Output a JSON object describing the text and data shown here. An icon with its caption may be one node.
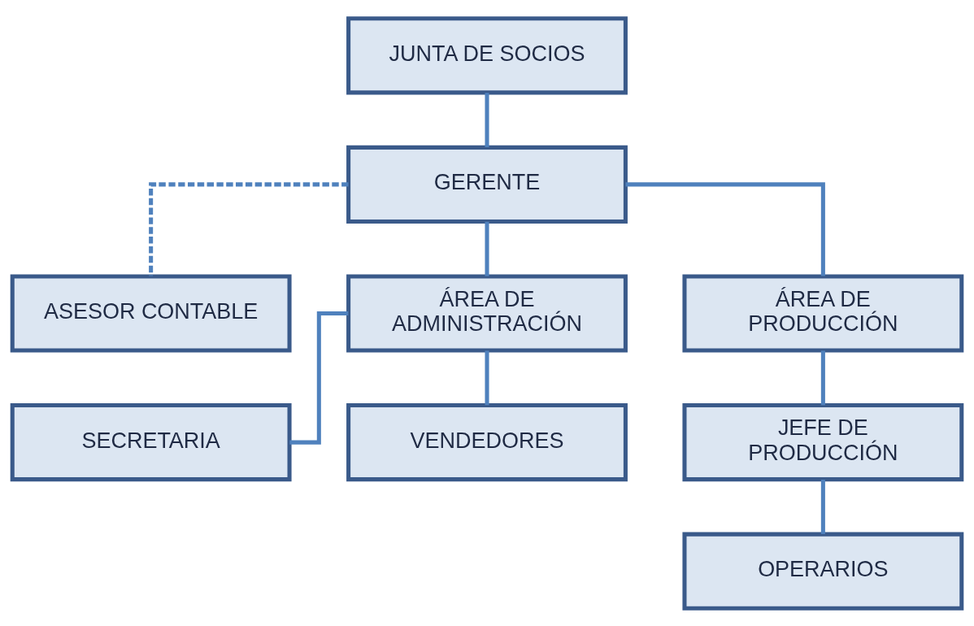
{
  "diagram": {
    "nodes": [
      {
        "text": [
          "JUNTA DE SOCIOS"
        ]
      },
      {
        "text": [
          "GERENTE"
        ]
      },
      {
        "text": [
          "ASESOR CONTABLE"
        ]
      },
      {
        "text": [
          "ÁREA DE ADMINISTRACIÓN"
        ]
      },
      {
        "text": [
          "ÁREA DE PRODUCCIÓN"
        ]
      },
      {
        "text": [
          "SECRETARIA"
        ]
      },
      {
        "text": [
          "VENDEDORES"
        ]
      },
      {
        "text": [
          "JEFE DE PRODUCCIÓN"
        ]
      },
      {
        "text": [
          "OPERARIOS"
        ]
      }
    ],
    "edges": [
      {
        "from": 0,
        "to": 1,
        "arrow": "none"
      },
      {
        "from": 2,
        "to": 1,
        "arrow": "none",
        "style": "dashed"
      },
      {
        "from": 1,
        "to": 3,
        "arrow": "none"
      },
      {
        "from": 1,
        "to": 4,
        "arrow": "none"
      },
      {
        "from": 3,
        "to": 5,
        "arrow": "none"
      },
      {
        "from": 3,
        "to": 6,
        "arrow": "none"
      },
      {
        "from": 4,
        "to": 7,
        "arrow": "none"
      },
      {
        "from": 7,
        "to": 8,
        "arrow": "none"
      }
    ]
  }
}
